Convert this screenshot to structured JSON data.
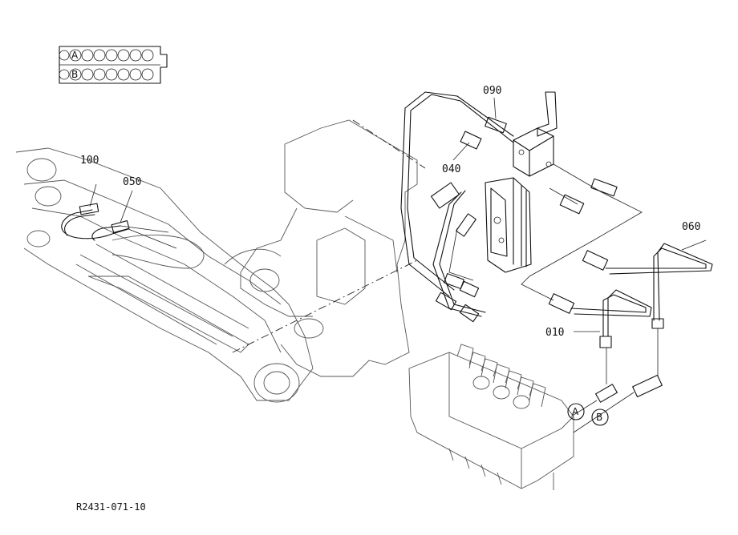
{
  "diagram": {
    "part_labels": {
      "p090": "090",
      "p040": "040",
      "p100": "100",
      "p050": "050",
      "p060": "060",
      "p010": "010"
    },
    "port_labels": {
      "a": "A",
      "b": "B"
    },
    "legend": {
      "row_a": "A",
      "row_b": "B"
    },
    "drawing_number": "R2431-071-10"
  }
}
